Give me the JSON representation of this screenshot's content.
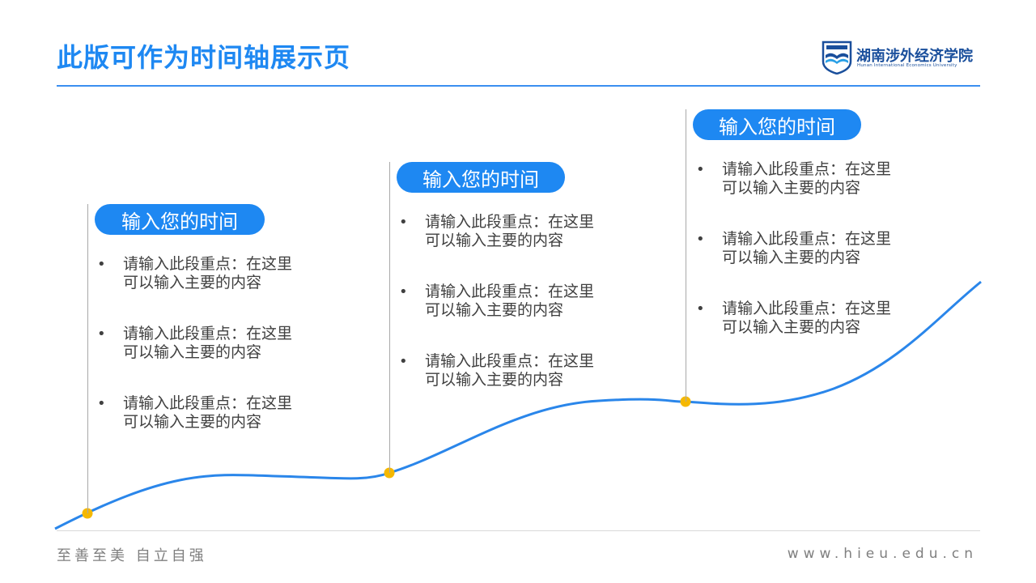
{
  "header": {
    "title": "此版可作为时间轴展示页",
    "logo_cn": "湖南涉外经济学院",
    "logo_en": "Hunan International Economics University",
    "logo_icon": "university-crest-icon"
  },
  "timeline": [
    {
      "time_label": "输入您的时间",
      "items": [
        "请输入此段重点：在这里\n可以输入主要的内容",
        "请输入此段重点：在这里\n可以输入主要的内容",
        "请输入此段重点：在这里\n可以输入主要的内容"
      ]
    },
    {
      "time_label": "输入您的时间",
      "items": [
        "请输入此段重点：在这里\n可以输入主要的内容",
        "请输入此段重点：在这里\n可以输入主要的内容",
        "请输入此段重点：在这里\n可以输入主要的内容"
      ]
    },
    {
      "time_label": "输入您的时间",
      "items": [
        "请输入此段重点：在这里\n可以输入主要的内容",
        "请输入此段重点：在这里\n可以输入主要的内容",
        "请输入此段重点：在这里\n可以输入主要的内容"
      ]
    }
  ],
  "footer": {
    "motto": "至善至美  自立自强",
    "website": "www.hieu.edu.cn"
  },
  "colors": {
    "accent": "#1e88f2",
    "marker": "#f5b800",
    "text": "#404040",
    "muted": "#7f7f7f"
  }
}
